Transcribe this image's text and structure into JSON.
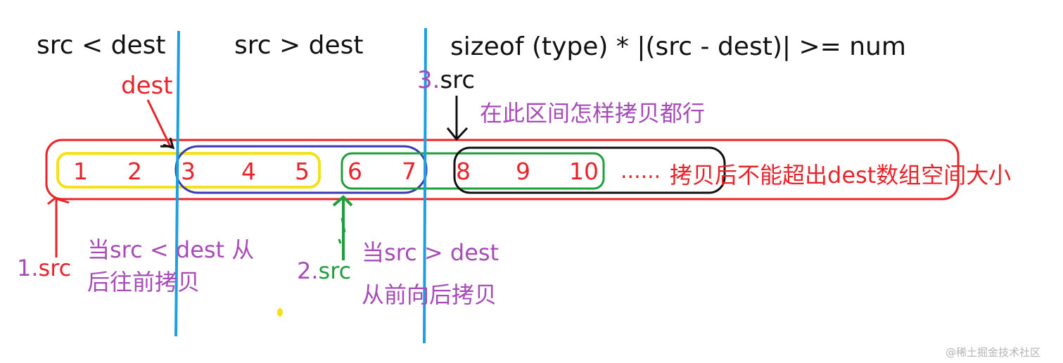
{
  "header": {
    "left": "src  <  dest",
    "middle": "src  >  dest",
    "formula": "sizeof (type)  *  |(src - dest)|  >=  num"
  },
  "labels": {
    "dest_red": "dest",
    "src3_num": "3.",
    "src3_text": "src",
    "any_copy": "在此区间怎样拷贝都行",
    "ellipsis": "......",
    "warning": "拷贝后不能超出dest数组空间大小",
    "case1_line1": "当src  <  dest 从",
    "case1_line2": "后往前拷贝",
    "src1_num": "1.",
    "src1_text": "src",
    "case2_line1": "当src  >  dest",
    "case2_line2": "从前向后拷贝",
    "src2_num": "2.",
    "src2_text": "src"
  },
  "array_values": [
    "1",
    "2",
    "3",
    "4",
    "5",
    "6",
    "7",
    "8",
    "9",
    "10"
  ],
  "watermark": "@稀土掘金技术社区",
  "colors": {
    "red": "#e8242a",
    "purple": "#a64bb8",
    "green": "#1f9e3b",
    "blue_divider": "#1ea0e0",
    "yellow": "#f2e21a",
    "navy_oval": "#3a3ab8",
    "black": "#111111"
  }
}
